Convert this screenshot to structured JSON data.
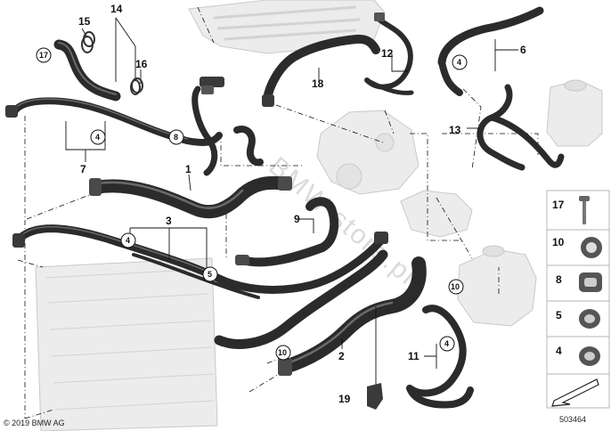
{
  "diagram": {
    "part_numbers": {
      "n1": "1",
      "n2": "2",
      "n3": "3",
      "n4a": "4",
      "n4b": "4",
      "n4c": "4",
      "n4d": "4",
      "n4e": "4",
      "n5": "5",
      "n5b": "5",
      "n6": "6",
      "n7": "7",
      "n8": "8",
      "n8b": "8",
      "n9": "9",
      "n10": "10",
      "n10b": "10",
      "n10c": "10",
      "n11": "11",
      "n12": "12",
      "n13": "13",
      "n14": "14",
      "n15": "15",
      "n16": "16",
      "n17": "17",
      "n17b": "17",
      "n18": "18",
      "n19": "19"
    },
    "watermark": "BMW-store.pl",
    "copyright": "© 2019 BMW AG",
    "diagram_code": "503464"
  },
  "colors": {
    "hose": "#2b2b2b",
    "ghost_part": "#ececec",
    "line": "#111111",
    "background": "#ffffff"
  },
  "icons": [
    "arrow-icon",
    "screw-icon",
    "clamp-icon",
    "clip-icon"
  ]
}
